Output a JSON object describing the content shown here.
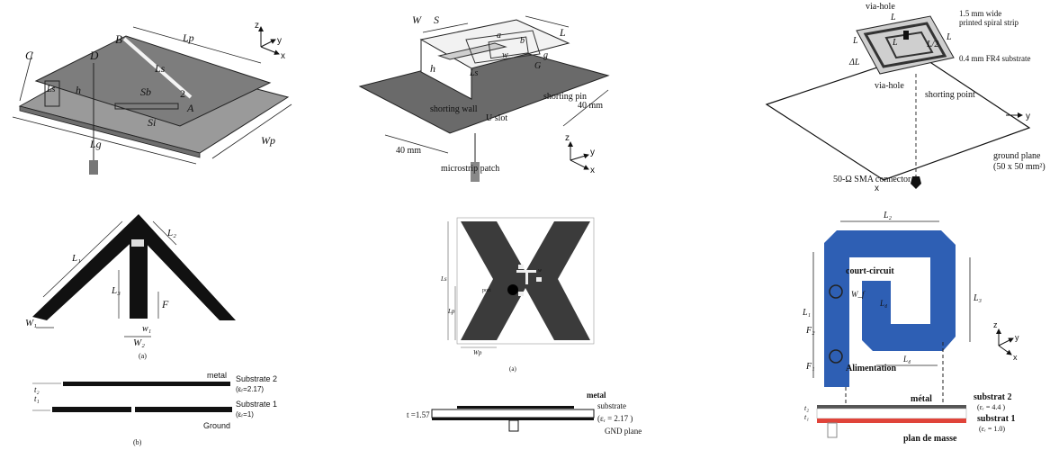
{
  "panels": {
    "p1": {
      "labels": {
        "B": "B",
        "Lp": "Lp",
        "C": "C",
        "D": "D",
        "Ls": "Ls",
        "Lz": "Ls",
        "h": "h",
        "Sb": "Sb",
        "Si": "Si",
        "two": "2",
        "A": "A",
        "Lg": "Lg",
        "Wp": "Wp",
        "axis_x": "x",
        "axis_y": "y",
        "axis_z": "z"
      }
    },
    "p2": {
      "labels": {
        "W": "W",
        "S": "S",
        "L": "L",
        "a": "a",
        "b": "b",
        "w": "w",
        "g": "g",
        "G": "G",
        "Ls": "Ls",
        "h": "h",
        "shorting_wall": "shorting wall",
        "u_slot": "U slot",
        "shorting_pin": "shorting pin",
        "mm40_right": "40 mm",
        "mm40_left": "40 mm",
        "microstrip_patch": "microstrip patch",
        "axis_x": "x",
        "axis_y": "y",
        "axis_z": "z"
      }
    },
    "p3": {
      "labels": {
        "via_hole_top": "via-hole",
        "strip_1": "1.5 mm wide",
        "strip_2": "printed spiral strip",
        "L_top": "L",
        "L_left1": "L",
        "L_left2": "L",
        "L2": "L/2",
        "L_right": "L",
        "dL": "ΔL",
        "substrate": "0.4 mm FR4 substrate",
        "via_hole_bottom": "via-hole",
        "shorting_point": "shorting point",
        "axis_y": "y",
        "axis_x": "x",
        "ground_1": "ground plane",
        "ground_2": "(50 x 50 mm²)",
        "connector": "50-Ω SMA connector"
      }
    },
    "p4": {
      "labels": {
        "L1": "L₁",
        "Lz": "L₂",
        "L3": "L₃",
        "F": "F",
        "W1": "W₁",
        "W2": "W₂",
        "w1": "w₁",
        "cap_a": "(a)",
        "metal": "metal",
        "sub2": "Substrate 2",
        "sub2_eps": "(εᵣ=2.17)",
        "sub1": "Substrate 1",
        "sub1_eps": "(εᵣ=1)",
        "ground": "Ground",
        "t2": "t₂",
        "t1": "t₁",
        "cap_b": "(b)"
      }
    },
    "p5": {
      "labels": {
        "dim_right": "Ls",
        "dim_left": "Lp",
        "w_small": "w",
        "port": "port",
        "dim_bottom": "Wp",
        "cap_a": "(a)",
        "metal": "metal",
        "substrate": "substrate",
        "eps": "(εᵣ = 2.17 )",
        "t": "t =1.57",
        "gnd": "GND plane"
      }
    },
    "p6": {
      "labels": {
        "L2": "L₂",
        "court_circuit": "court-circuit",
        "Wf": "W_f",
        "Lg": "L₄",
        "L3": "L₃",
        "L1": "L₁",
        "F2": "F₂",
        "F1": "F₁",
        "Lf": "L₄",
        "alimentation": "Alimentation",
        "metal": "métal",
        "sub2": "substrat 2",
        "sub2_eps": "(εᵣ = 4.4 )",
        "sub1": "substrat 1",
        "sub1_eps": "(εᵣ = 1.0)",
        "ground": "plan de masse",
        "t2": "t₂",
        "t1": "t₁",
        "axis_y": "y",
        "axis_x": "x",
        "axis_z": "z"
      }
    }
  },
  "colors": {
    "plate": "#8a8a8a",
    "patch_dark": "#555555",
    "blue": "#2e5fb4",
    "red": "#e0443a",
    "ink": "#111111"
  }
}
